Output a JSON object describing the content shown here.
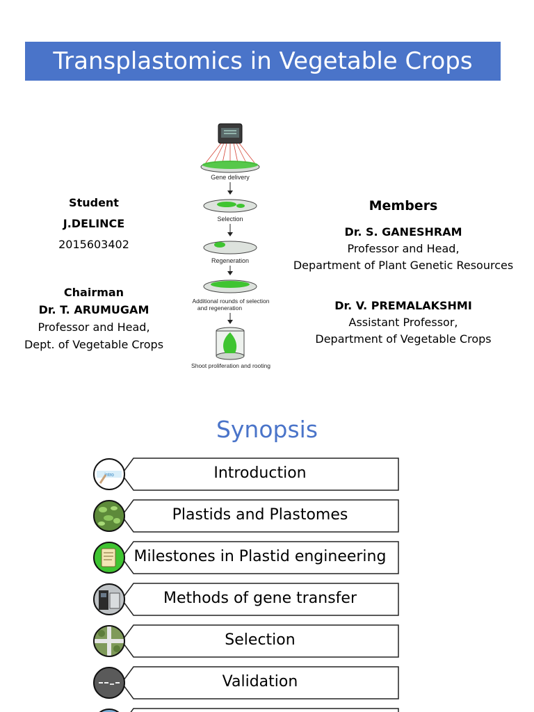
{
  "title": "Transplastomics in Vegetable Crops",
  "student": {
    "heading": "Student",
    "name": "J.DELINCE",
    "roll": "2015603402"
  },
  "chairman": {
    "heading": "Chairman",
    "name": "Dr. T. ARUMUGAM",
    "role": "Professor and Head,",
    "dept": "Dept. of Vegetable Crops"
  },
  "members": {
    "heading": "Members",
    "list": [
      {
        "name": "Dr. S. GANESHRAM",
        "role": "Professor and Head,",
        "dept": "Department of Plant Genetic Resources"
      },
      {
        "name": "Dr. V. PREMALAKSHMI",
        "role": "Assistant Professor,",
        "dept": "Department of Vegetable Crops"
      }
    ]
  },
  "figure": {
    "steps": [
      "Gene delivery",
      "Selection",
      "Regeneration",
      "Additional rounds of selection",
      "and regeneration",
      "Shoot proliferation and rooting"
    ]
  },
  "synopsis": {
    "title": "Synopsis",
    "items": [
      {
        "label": "Introduction",
        "icon": "introduction-icon"
      },
      {
        "label": "Plastids and Plastomes",
        "icon": "plastids-icon"
      },
      {
        "label": "Milestones in Plastid engineering",
        "icon": "history-scroll-icon"
      },
      {
        "label": "Methods of gene transfer",
        "icon": "gene-gun-icon"
      },
      {
        "label": "Selection",
        "icon": "selection-icon"
      },
      {
        "label": "Validation",
        "icon": "gel-icon"
      }
    ]
  },
  "colors": {
    "accent": "#4a74c9",
    "plant_green": "#3fc431"
  }
}
